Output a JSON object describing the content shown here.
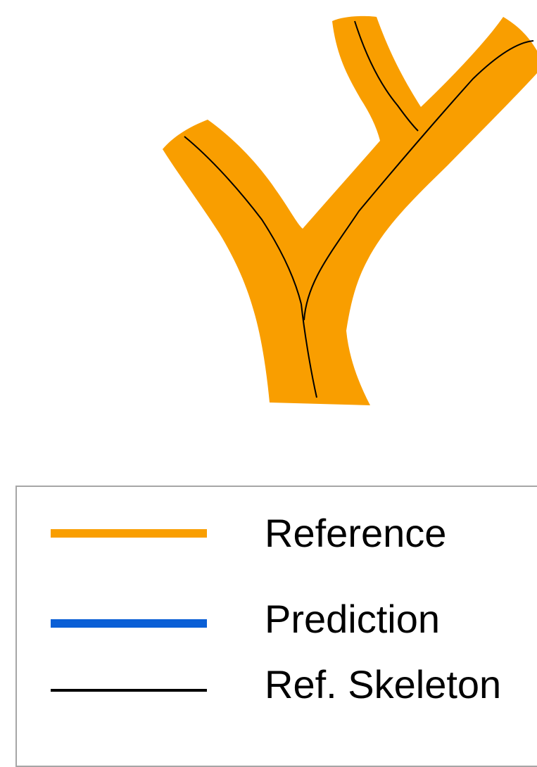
{
  "diagram": {
    "reference_color": "#F99E00",
    "prediction_color": "#0A5FD6",
    "skeleton_color": "#000000"
  },
  "legend": {
    "items": [
      {
        "label": "Reference",
        "color": "#F99E00",
        "style": "thick-line"
      },
      {
        "label": "Prediction",
        "color": "#0A5FD6",
        "style": "thick-line"
      },
      {
        "label": "Ref. Skeleton",
        "color": "#000000",
        "style": "thin-line"
      }
    ]
  }
}
